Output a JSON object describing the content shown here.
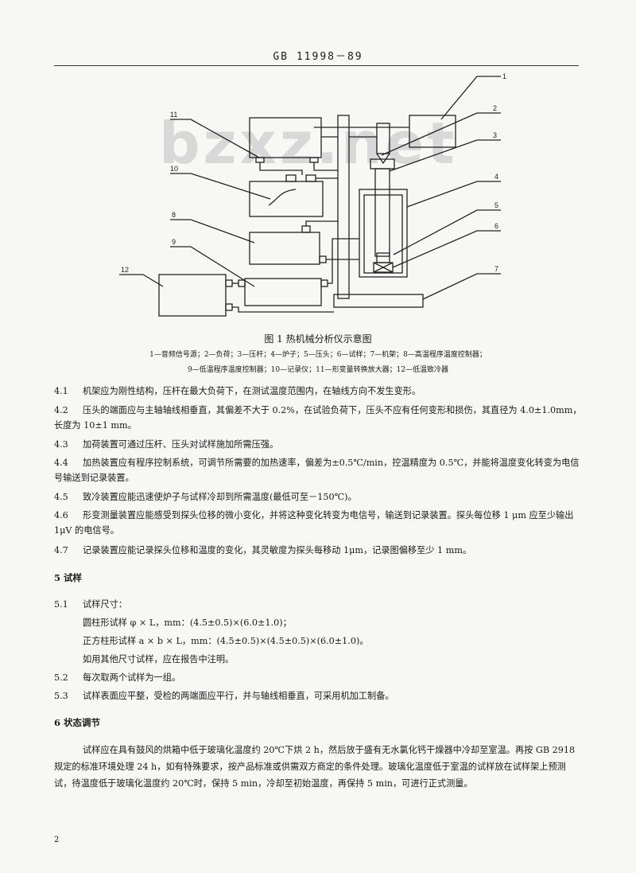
{
  "header": {
    "standard": "GB 11998－89"
  },
  "watermark": "bzxz.net",
  "diagram": {
    "labels": [
      "1",
      "2",
      "3",
      "4",
      "5",
      "6",
      "7",
      "8",
      "9",
      "10",
      "11",
      "12"
    ],
    "caption": "图 1   热机械分析仪示意图",
    "legend_line1": "1—音频信号源；2—负荷；3—压杆；4—炉子；5—压头；6—试样；7—机架；8—高温程序温度控制器；",
    "legend_line2": "9—低温程序温度控制器；10—记录仪；11—形变量转换放大器；12—低温致冷器"
  },
  "clauses": [
    {
      "num": "4.1",
      "text": "机架应为刚性结构，压杆在最大负荷下，在测试温度范围内，在轴线方向不发生变形。"
    },
    {
      "num": "4.2",
      "text": "压头的端面应与主轴轴线相垂直，其偏差不大于 0.2%，在试验负荷下，压头不应有任何变形和损伤，其直径为 4.0±1.0mm，长度为 10±1 mm。"
    },
    {
      "num": "4.3",
      "text": "加荷装置可通过压杆、压头对试样施加所需压强。"
    },
    {
      "num": "4.4",
      "text": "加热装置应有程序控制系统，可调节所需要的加热速率，偏差为±0.5℃/min，控温精度为 0.5℃，并能将温度变化转变为电信号输送到记录装置。"
    },
    {
      "num": "4.5",
      "text": "致冷装置应能迅速使炉子与试样冷却到所需温度(最低可至－150℃)。"
    },
    {
      "num": "4.6",
      "text": "形变测量装置应能感受到探头位移的微小变化，并将这种变化转变为电信号，输送到记录装置。探头每位移 1 μm 应至少输出 1μV 的电信号。"
    },
    {
      "num": "4.7",
      "text": "记录装置应能记录探头位移和温度的变化，其灵敏度为探头每移动 1μm，记录图偏移至少 1 mm。"
    }
  ],
  "section5": {
    "title": "5  试样",
    "c1_num": "5.1",
    "c1_text": "试样尺寸：",
    "c1_line2": "圆柱形试样 φ × L，mm：(4.5±0.5)×(6.0±1.0)；",
    "c1_line3": "正方柱形试样 a × b × L，mm：(4.5±0.5)×(4.5±0.5)×(6.0±1.0)。",
    "c1_line4": "如用其他尺寸试样，应在报告中注明。",
    "c2_num": "5.2",
    "c2_text": "每次取两个试样为一组。",
    "c3_num": "5.3",
    "c3_text": "试样表面应平整，受检的两端面应平行，并与轴线相垂直，可采用机加工制备。"
  },
  "section6": {
    "title": "6  状态调节",
    "text": "试样应在具有鼓风的烘箱中低于玻璃化温度约 20℃下烘 2 h，然后放于盛有无水氯化钙干燥器中冷却至室温。再按 GB 2918 规定的标准环境处理 24 h，如有特殊要求，按产品标准或供需双方商定的条件处理。玻璃化温度低于室温的试样放在试样架上预测试，待温度低于玻璃化温度约 20℃时，保持 5 min，冷却至初始温度，再保持 5 min，可进行正式测量。"
  },
  "page_number": "2"
}
